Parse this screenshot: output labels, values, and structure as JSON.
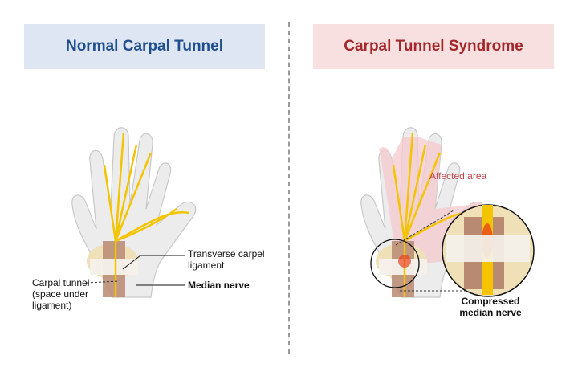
{
  "panels": {
    "normal": {
      "title": "Normal Carpal Tunnel",
      "labels": {
        "ligament": "Transverse carpel ligament",
        "tunnel": "Carpal tunnel (space under ligament)",
        "nerve": "Median nerve"
      }
    },
    "syndrome": {
      "title": "Carpal Tunnel Syndrome",
      "labels": {
        "affected": "Affected area",
        "compressed": "Compressed median nerve"
      }
    }
  },
  "colors": {
    "normal_header_bg": "#dfe6f3",
    "normal_title": "#1f4f8d",
    "syndrome_header_bg": "#f9e0e0",
    "syndrome_title": "#a3262a",
    "nerve": "#f5c400",
    "affected": "#f4c9cc",
    "inflammation": "#e8451e"
  }
}
